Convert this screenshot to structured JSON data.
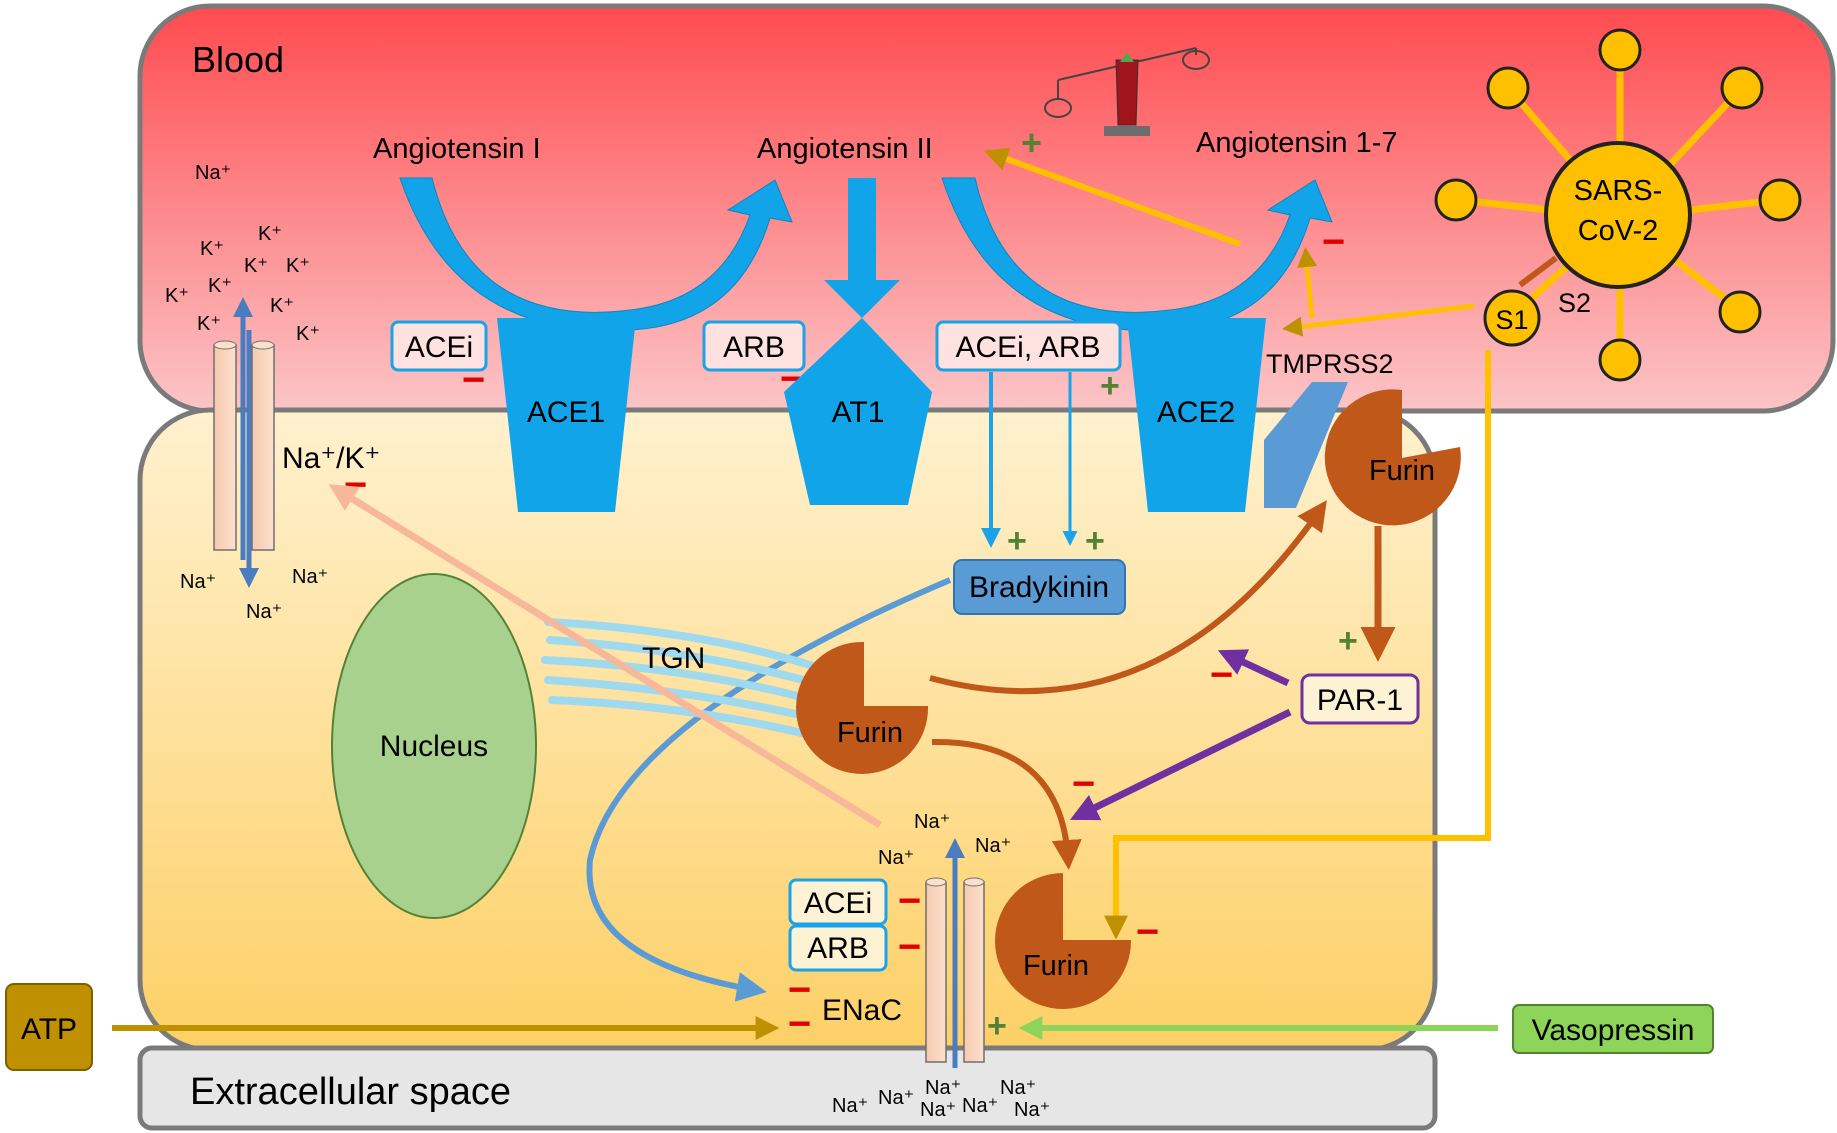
{
  "regions": {
    "blood": "Blood",
    "extracellular": "Extracellular space"
  },
  "molecules": {
    "ang1": "Angiotensin I",
    "ang2": "Angiotensin II",
    "ang17": "Angiotensin 1-7",
    "bradykinin": "Bradykinin",
    "par1": "PAR-1",
    "tgn": "TGN",
    "nucleus": "Nucleus",
    "atp": "ATP",
    "vasopressin": "Vasopressin"
  },
  "receptors": {
    "ace1": "ACE1",
    "at1": "AT1",
    "ace2": "ACE2",
    "tmprss2": "TMPRSS2",
    "nak": "Na⁺/K⁺",
    "enac": "ENaC"
  },
  "drugs": {
    "acei": "ACEi",
    "arb": "ARB",
    "acei_arb": "ACEi, ARB"
  },
  "furin": {
    "label": "Furin"
  },
  "virus": {
    "name_line1": "SARS-",
    "name_line2": "CoV-2",
    "s1": "S1",
    "s2": "S2"
  },
  "ions": {
    "na": "Na⁺",
    "k": "K⁺"
  },
  "signs": {
    "plus": "+",
    "minus": "−"
  },
  "colors": {
    "blood_top": "#ff4b4f",
    "blood_bottom": "#f9c6c8",
    "cell_top": "#fff1cc",
    "cell_bottom": "#fcd164",
    "receptor_blue": "#12a4e8",
    "furin_brown": "#c0581a",
    "virus_yellow": "#ffc000",
    "par1_purple": "#7030a0",
    "nucleus_green": "#a9d18e",
    "bradykinin_blue": "#5b9bd5",
    "atp_gold": "#bf9000",
    "vasopressin_green": "#8ed459",
    "plus_green": "#548235",
    "minus_red": "#e00000"
  }
}
